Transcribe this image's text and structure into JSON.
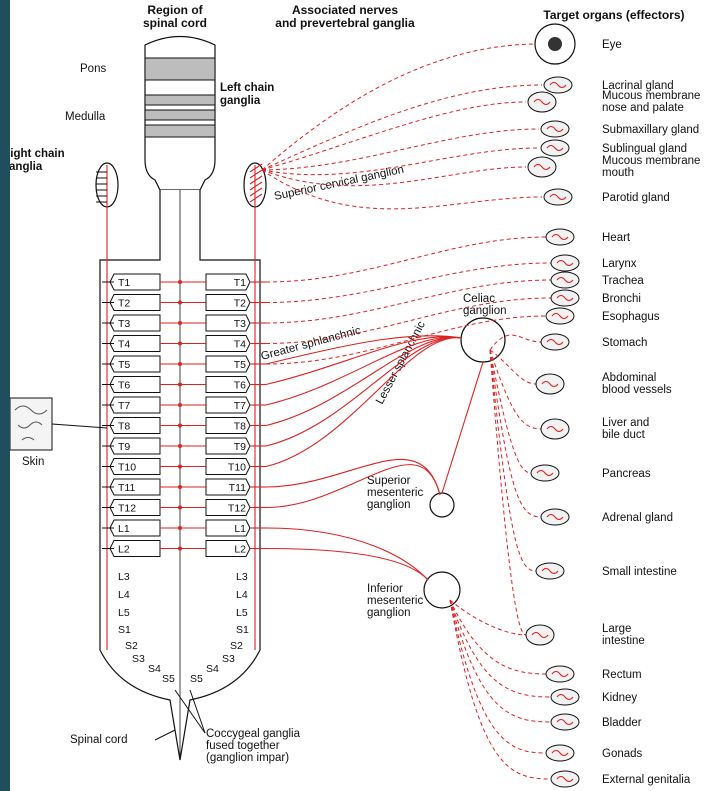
{
  "headers": {
    "region": [
      "Region of",
      "spinal cord"
    ],
    "nerves": [
      "Associated nerves",
      "and prevertebral ganglia"
    ],
    "targets": "Target organs (effectors)"
  },
  "brain": {
    "pons": "Pons",
    "medulla": "Medulla"
  },
  "chain": {
    "left": [
      "Left chain",
      "ganglia"
    ],
    "right": [
      "Right chain",
      "ganglia"
    ],
    "superior_cervical": "Superior cervical ganglion"
  },
  "segments_paired": [
    "T1",
    "T2",
    "T3",
    "T4",
    "T5",
    "T6",
    "T7",
    "T8",
    "T9",
    "T10",
    "T11",
    "T12",
    "L1",
    "L2"
  ],
  "segments_lower": [
    "L3",
    "L4",
    "L5",
    "S1",
    "S2",
    "S3",
    "S4",
    "S5"
  ],
  "nerves": {
    "greater_splanchnic": "Greater sphlanchnic",
    "lesser_splanchnic": "Lesser splanchnic"
  },
  "ganglia": {
    "celiac": [
      "Celiac",
      "ganglion"
    ],
    "superior_mesenteric": [
      "Superior",
      "mesenteric",
      "ganglion"
    ],
    "inferior_mesenteric": [
      "Inferior",
      "mesenteric",
      "ganglion"
    ]
  },
  "misc": {
    "skin": "Skin",
    "spinal_cord": "Spinal cord",
    "coccygeal": [
      "Coccygeal ganglia",
      "fused together",
      "(ganglion impar)"
    ]
  },
  "organs": [
    [
      "Eye"
    ],
    [
      "Lacrinal gland"
    ],
    [
      "Mucous membrane",
      "nose and palate"
    ],
    [
      "Submaxillary gland"
    ],
    [
      "Sublingual gland"
    ],
    [
      "Mucous membrane",
      "mouth"
    ],
    [
      "Parotid gland"
    ],
    [
      "Heart"
    ],
    [
      "Larynx"
    ],
    [
      "Trachea"
    ],
    [
      "Bronchi"
    ],
    [
      "Esophagus"
    ],
    [
      "Stomach"
    ],
    [
      "Abdominal",
      "blood vessels"
    ],
    [
      "Liver and",
      "bile duct"
    ],
    [
      "Pancreas"
    ],
    [
      "Adrenal gland"
    ],
    [
      "Small intestine"
    ],
    [
      "Large",
      "intestine"
    ],
    [
      "Rectum"
    ],
    [
      "Kidney"
    ],
    [
      "Bladder"
    ],
    [
      "Gonads"
    ],
    [
      "External genitalia"
    ]
  ]
}
